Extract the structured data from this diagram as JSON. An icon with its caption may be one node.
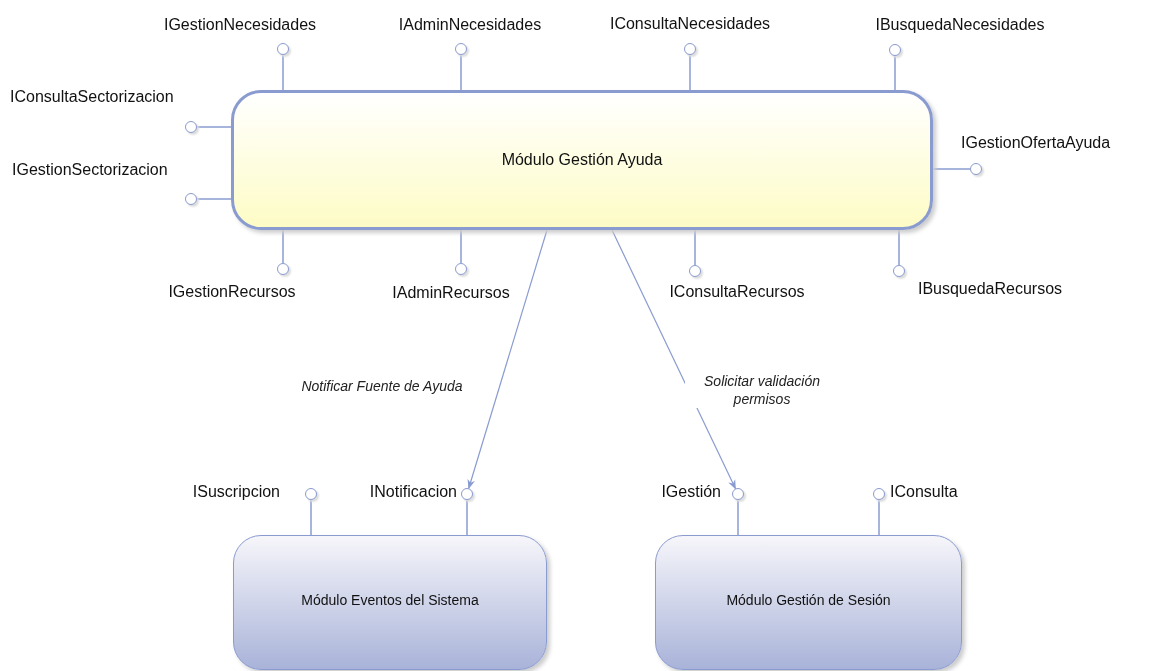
{
  "diagram": {
    "nodes": [
      {
        "text": [
          "Módulo Gestión Ayuda"
        ]
      },
      {
        "text": [
          "IGestionNecesidades"
        ]
      },
      {
        "text": [
          "IAdminNecesidades"
        ]
      },
      {
        "text": [
          "IConsultaNecesidades"
        ]
      },
      {
        "text": [
          "IBusquedaNecesidades"
        ]
      },
      {
        "text": [
          "IConsultaSectorizacion"
        ]
      },
      {
        "text": [
          "IGestionSectorizacion"
        ]
      },
      {
        "text": [
          "IGestionOfertaAyuda"
        ]
      },
      {
        "text": [
          "IGestionRecursos"
        ]
      },
      {
        "text": [
          "IAdminRecursos"
        ]
      },
      {
        "text": [
          "IConsultaRecursos"
        ]
      },
      {
        "text": [
          "IBusquedaRecursos"
        ]
      },
      {
        "text": [
          "ISuscripcion"
        ]
      },
      {
        "text": [
          "INotificacion"
        ]
      },
      {
        "text": [
          "IGestión"
        ]
      },
      {
        "text": [
          "IConsulta"
        ]
      },
      {
        "text": [
          "Módulo Eventos del Sistema"
        ]
      },
      {
        "text": [
          "Módulo Gestión de Sesión"
        ]
      }
    ],
    "edges": [
      {
        "from": 0,
        "to": 1,
        "arrow": "none"
      },
      {
        "from": 0,
        "to": 2,
        "arrow": "none"
      },
      {
        "from": 0,
        "to": 3,
        "arrow": "none"
      },
      {
        "from": 0,
        "to": 4,
        "arrow": "none"
      },
      {
        "from": 0,
        "to": 5,
        "arrow": "none"
      },
      {
        "from": 0,
        "to": 6,
        "arrow": "none"
      },
      {
        "from": 0,
        "to": 7,
        "arrow": "none"
      },
      {
        "from": 0,
        "to": 8,
        "arrow": "none"
      },
      {
        "from": 0,
        "to": 9,
        "arrow": "none"
      },
      {
        "from": 0,
        "to": 10,
        "arrow": "none"
      },
      {
        "from": 0,
        "to": 11,
        "arrow": "none"
      },
      {
        "from": 16,
        "to": 12,
        "arrow": "none"
      },
      {
        "from": 16,
        "to": 13,
        "arrow": "none"
      },
      {
        "from": 17,
        "to": 14,
        "arrow": "none"
      },
      {
        "from": 17,
        "to": 15,
        "arrow": "none"
      },
      {
        "from": 0,
        "to": 13,
        "arrow": "to",
        "label": "Notificar Fuente de Ayuda"
      },
      {
        "from": 0,
        "to": 14,
        "arrow": "to",
        "label": "Solicitar validación permisos"
      }
    ]
  }
}
